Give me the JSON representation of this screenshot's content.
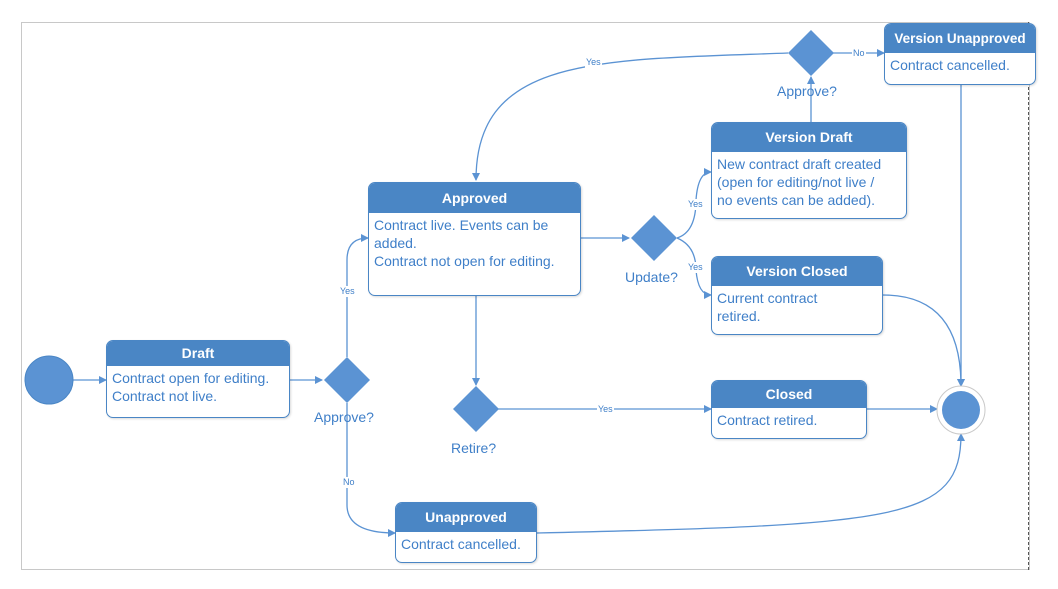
{
  "colors": {
    "accent": "#4a86c5",
    "text": "#3f7fc8",
    "line": "#5b93d3"
  },
  "states": {
    "draft": {
      "title": "Draft",
      "lines": [
        "Contract open for editing.",
        "Contract not live."
      ]
    },
    "approved": {
      "title": "Approved",
      "lines": [
        "Contract live. Events can be",
        "added.",
        "Contract not open for editing."
      ]
    },
    "unapproved": {
      "title": "Unapproved",
      "lines": [
        "Contract cancelled."
      ]
    },
    "closed": {
      "title": "Closed",
      "lines": [
        "Contract retired."
      ]
    },
    "version_draft": {
      "title": "Version Draft",
      "lines": [
        "New contract draft created",
        "(open for editing/not live /",
        "no events can be added)."
      ]
    },
    "version_closed": {
      "title": "Version Closed",
      "lines": [
        "Current contract",
        "retired."
      ]
    },
    "version_unapproved": {
      "title": "Version Unapproved",
      "lines": [
        "Contract cancelled."
      ]
    }
  },
  "decisions": {
    "approve1": "Approve?",
    "retire": "Retire?",
    "update": "Update?",
    "approve2": "Approve?"
  },
  "edges": {
    "approve1_yes": "Yes",
    "approve1_no": "No",
    "retire_yes": "Yes",
    "update_yes_draft": "Yes",
    "update_yes_closed": "Yes",
    "approve2_yes": "Yes",
    "approve2_no": "No"
  }
}
